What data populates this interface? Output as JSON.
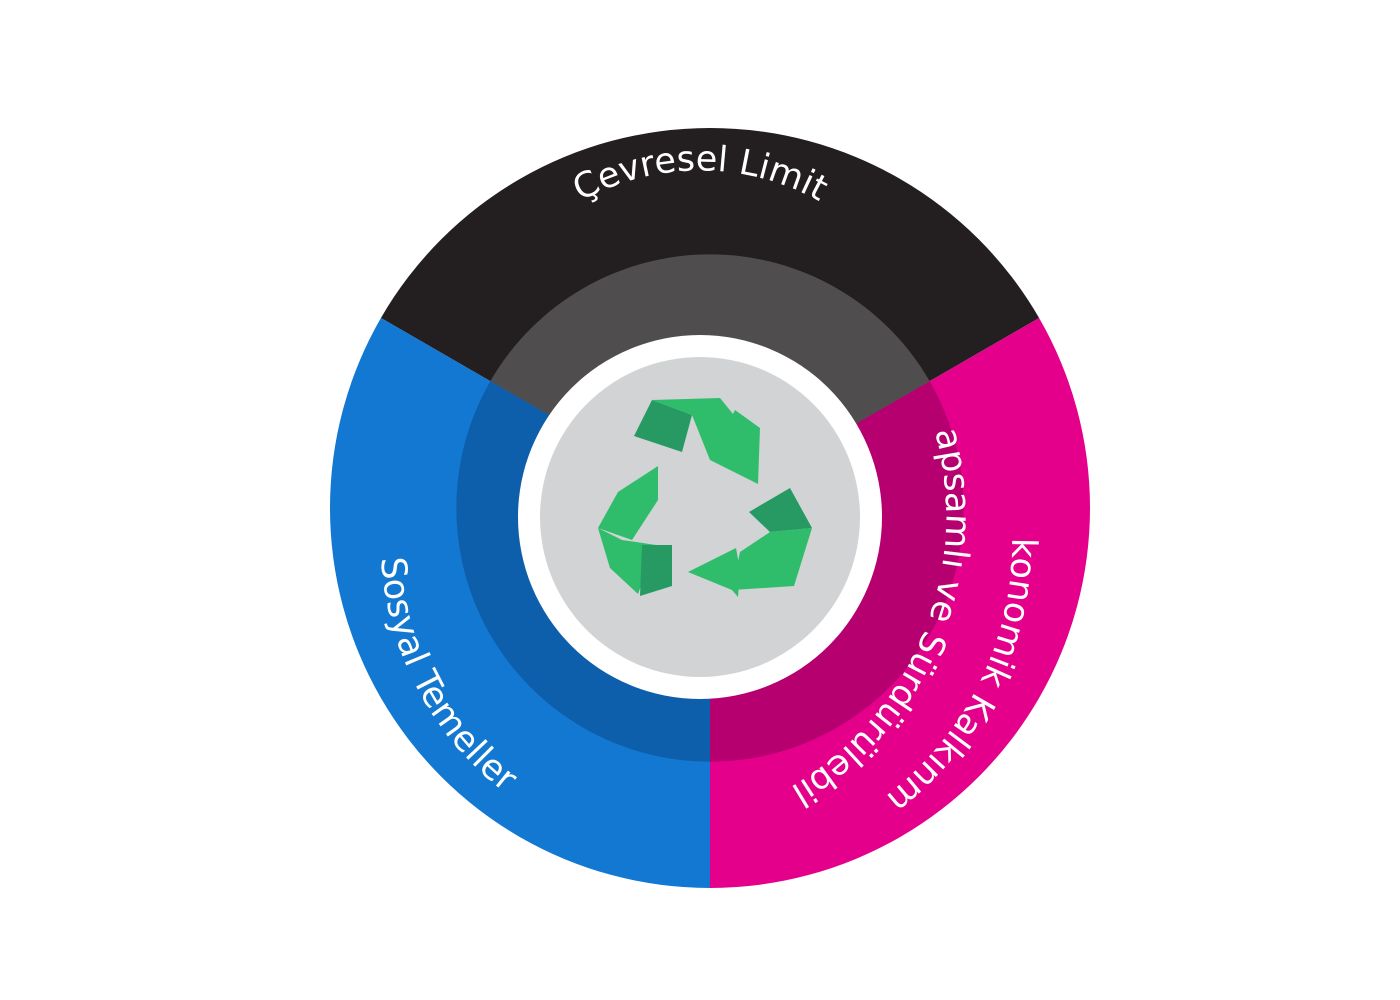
{
  "diagram": {
    "segments": [
      {
        "id": "environmental-limit",
        "label": "Çevresel Limit",
        "outer_color": "#231f20",
        "inner_color": "#4f4d4e"
      },
      {
        "id": "inclusive-sustainable-economy",
        "label_line1": "Kapsamlı ve Sürdürülebilir",
        "label_line2": "Ekonomik Kalkınma",
        "outer_color": "#e5008c",
        "inner_color": "#b60070"
      },
      {
        "id": "social-foundations",
        "label": "Sosyal Temeller",
        "outer_color": "#1378d2",
        "inner_color": "#0e5fab"
      }
    ],
    "center": {
      "icon": "recycle-icon",
      "ring_color": "#ffffff",
      "disc_color": "#d1d3d5",
      "icon_colors": {
        "light": "#2fbd6b",
        "dark": "#269a62"
      }
    }
  }
}
